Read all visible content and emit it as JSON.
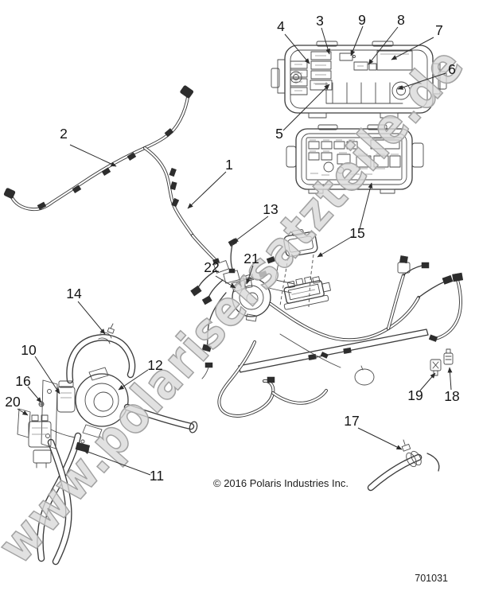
{
  "page": {
    "copyright": "© 2016 Polaris Industries Inc.",
    "part_number": "701031",
    "watermark": "www.polarisersatzteile.de"
  },
  "callouts": {
    "c1": "1",
    "c2": "2",
    "c3": "3",
    "c4": "4",
    "c5": "5",
    "c6": "6",
    "c7": "7",
    "c8": "8",
    "c9": "9",
    "c10": "10",
    "c11": "11",
    "c12": "12",
    "c13": "13",
    "c14": "14",
    "c15": "15",
    "c16": "16",
    "c17": "17",
    "c18": "18",
    "c19": "19",
    "c20": "20",
    "c21": "21",
    "c22": "22"
  }
}
